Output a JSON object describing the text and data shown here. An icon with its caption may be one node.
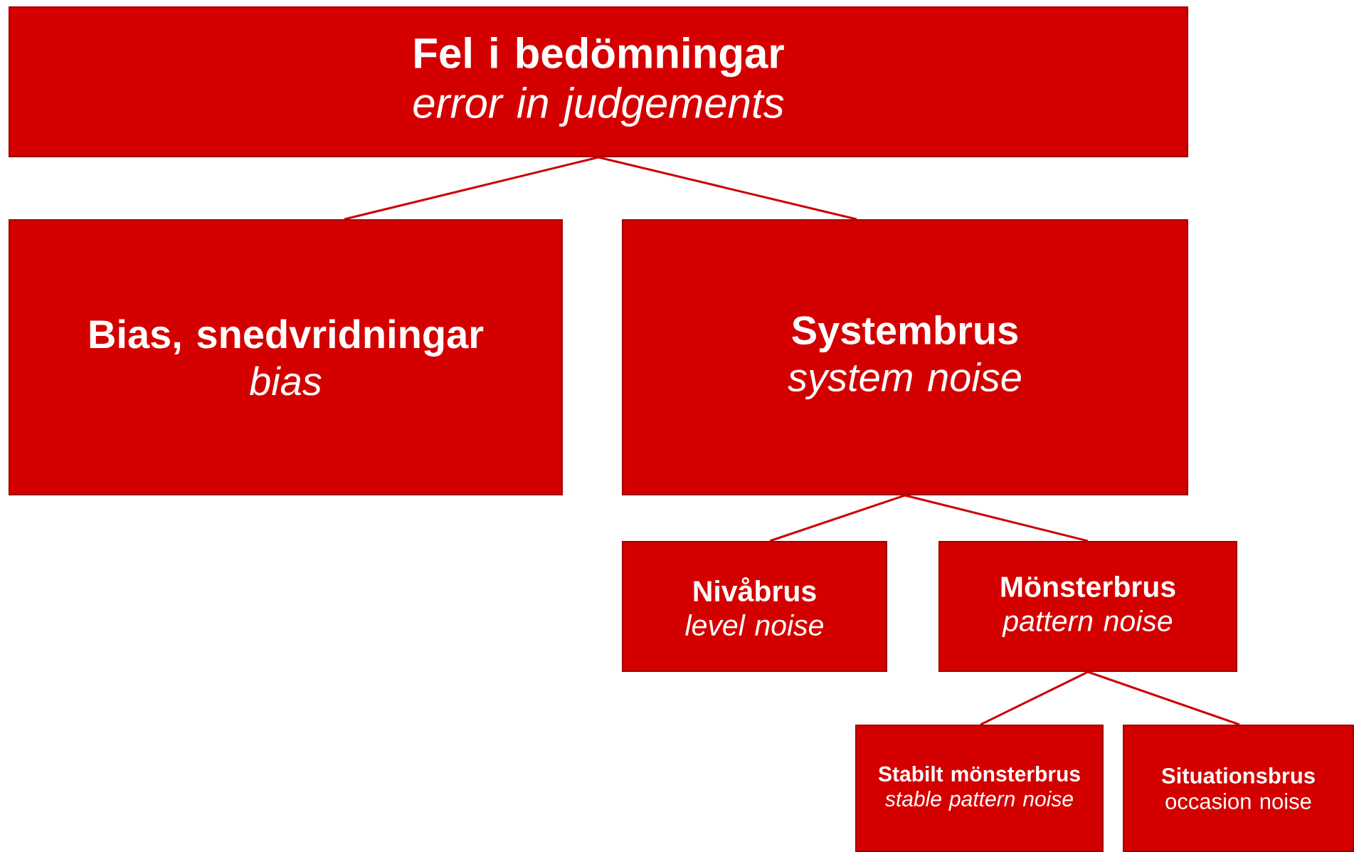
{
  "diagram": {
    "nodes": [
      {
        "text": [
          "Fel i bedömningar",
          "error in judgements"
        ]
      },
      {
        "text": [
          "Bias, snedvridningar",
          "bias"
        ]
      },
      {
        "text": [
          "Systembrus",
          "system noise"
        ]
      },
      {
        "text": [
          "Nivåbrus",
          "level noise"
        ]
      },
      {
        "text": [
          "Mönsterbrus",
          "pattern noise"
        ]
      },
      {
        "text": [
          "Stabilt mönsterbrus",
          "stable pattern noise"
        ]
      },
      {
        "text": [
          "Situationsbrus",
          "occasion noise"
        ]
      }
    ],
    "edges": [
      {
        "from": 0,
        "to": 1,
        "arrow": "none"
      },
      {
        "from": 0,
        "to": 2,
        "arrow": "none"
      },
      {
        "from": 2,
        "to": 3,
        "arrow": "none"
      },
      {
        "from": 2,
        "to": 4,
        "arrow": "none"
      },
      {
        "from": 4,
        "to": 5,
        "arrow": "none"
      },
      {
        "from": 4,
        "to": 6,
        "arrow": "none"
      }
    ]
  }
}
